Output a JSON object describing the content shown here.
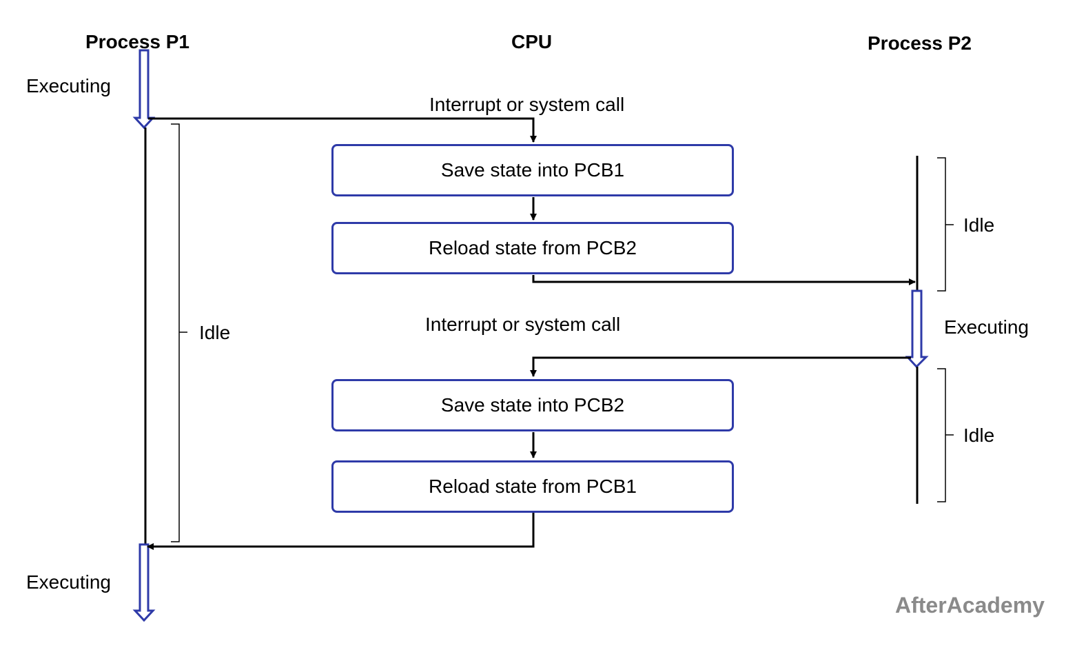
{
  "columns": {
    "p1": "Process P1",
    "cpu": "CPU",
    "p2": "Process P2"
  },
  "labels": {
    "p1_executing_top": "Executing",
    "p1_idle": "Idle",
    "p1_executing_bottom": "Executing",
    "p2_idle_top": "Idle",
    "p2_executing": "Executing",
    "p2_idle_bottom": "Idle",
    "interrupt_1": "Interrupt or system call",
    "interrupt_2": "Interrupt or system call"
  },
  "steps": [
    "Save state into PCB1",
    "Reload state from PCB2",
    "Save state into PCB2",
    "Reload state from PCB1"
  ],
  "brand": "AfterAcademy",
  "colors": {
    "box_border": "#2e3aa8",
    "exec_arrow": "#2e3aa8",
    "line": "#000000",
    "brand": "#8a8a8a"
  }
}
